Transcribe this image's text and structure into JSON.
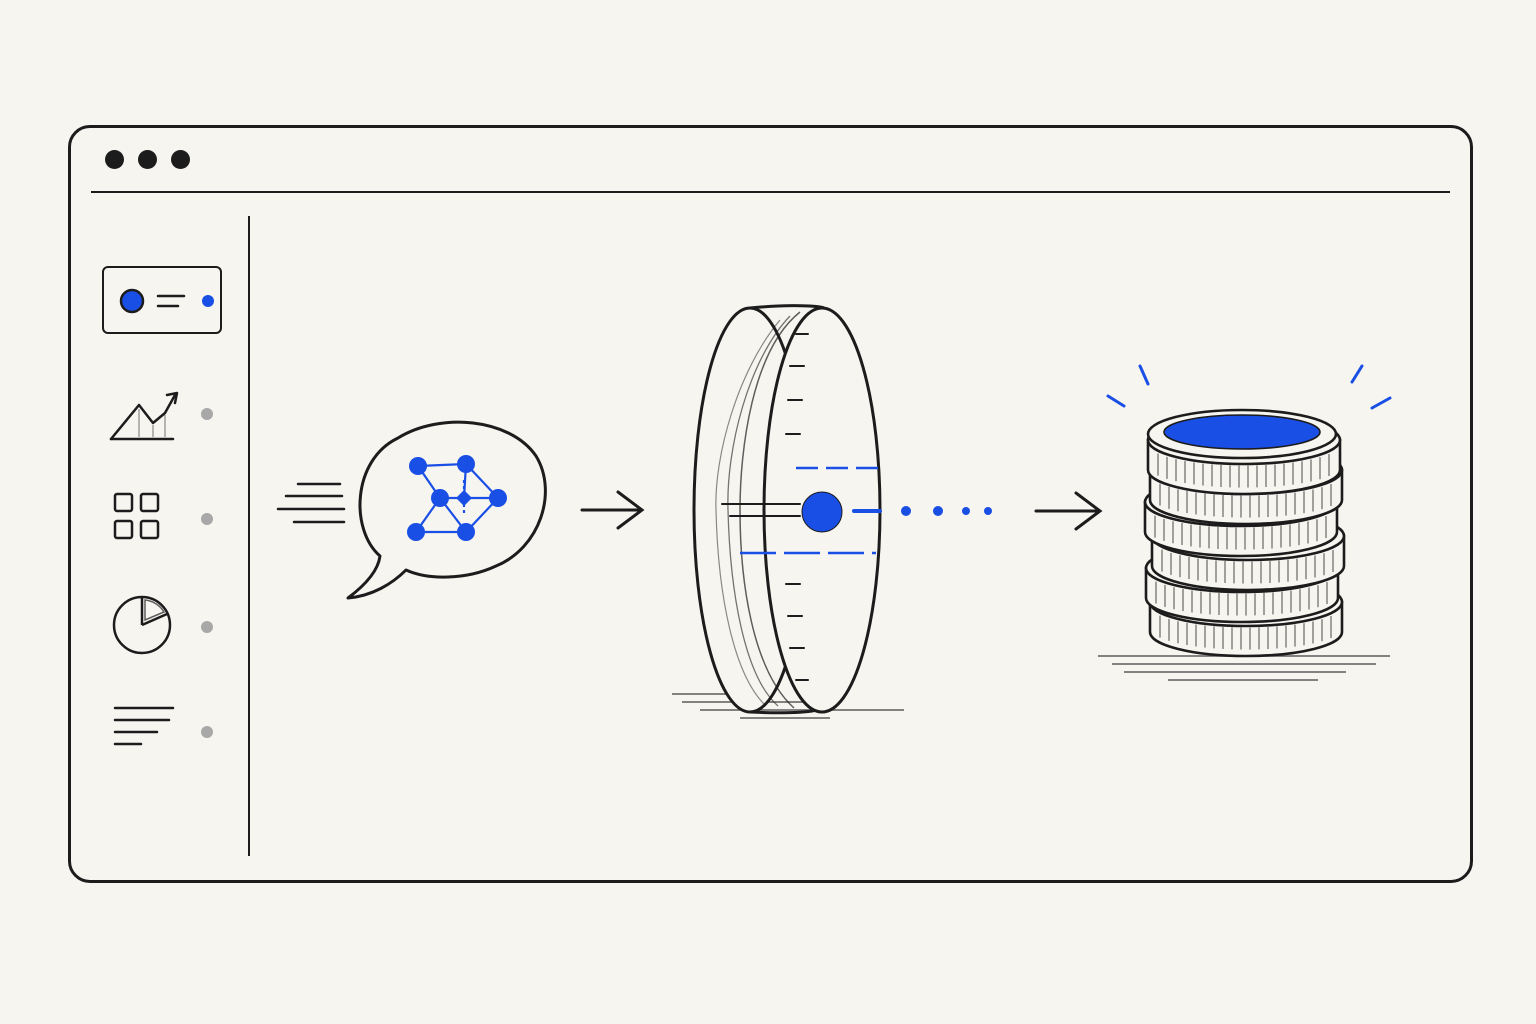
{
  "theme": {
    "ink": "#1c1c1c",
    "accent": "#1a4fe6",
    "muted": "#a8a8a8",
    "paper": "#f7f5f0"
  },
  "window": {
    "controls": [
      "window-dot",
      "window-dot",
      "window-dot"
    ]
  },
  "sidebar": {
    "items": [
      {
        "name": "sidebar-item-overview",
        "icon": "toggle-icon",
        "active": true
      },
      {
        "name": "sidebar-item-analytics",
        "icon": "line-chart-icon",
        "active": false
      },
      {
        "name": "sidebar-item-apps",
        "icon": "grid-icon",
        "active": false
      },
      {
        "name": "sidebar-item-reports",
        "icon": "pie-chart-icon",
        "active": false
      },
      {
        "name": "sidebar-item-documents",
        "icon": "text-lines-icon",
        "active": false
      }
    ]
  },
  "flow": {
    "steps": [
      {
        "name": "input-speech-bubble",
        "icon": "network-graph-icon"
      },
      {
        "name": "filter-ring",
        "icon": "ring-icon"
      },
      {
        "name": "output-coin-stack",
        "icon": "coin-stack-icon"
      }
    ],
    "connectors": [
      "arrow-right-icon",
      "dotted-line",
      "arrow-right-icon"
    ]
  }
}
